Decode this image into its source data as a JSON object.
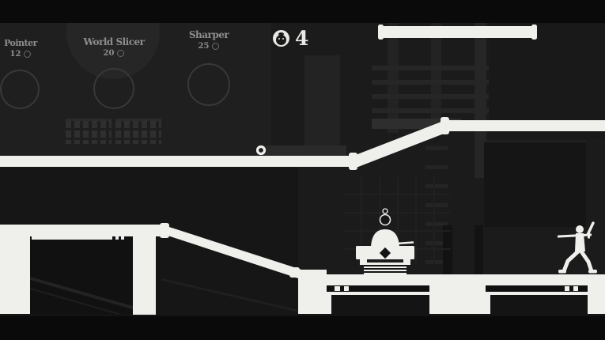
{
  "shop": {
    "items": [
      {
        "name": "Pointer",
        "price": "12"
      },
      {
        "name": "World Slicer",
        "price": "20"
      },
      {
        "name": "Sharper",
        "price": "25"
      }
    ]
  },
  "hud": {
    "currency_count": "4"
  },
  "colors": {
    "foreground_white": "#efefec",
    "scene_background": "#1b1b1b",
    "shop_panel": "#1f1f1f",
    "letterbox": "#0a0a0a",
    "shop_label_text": "#8d8d8d"
  }
}
